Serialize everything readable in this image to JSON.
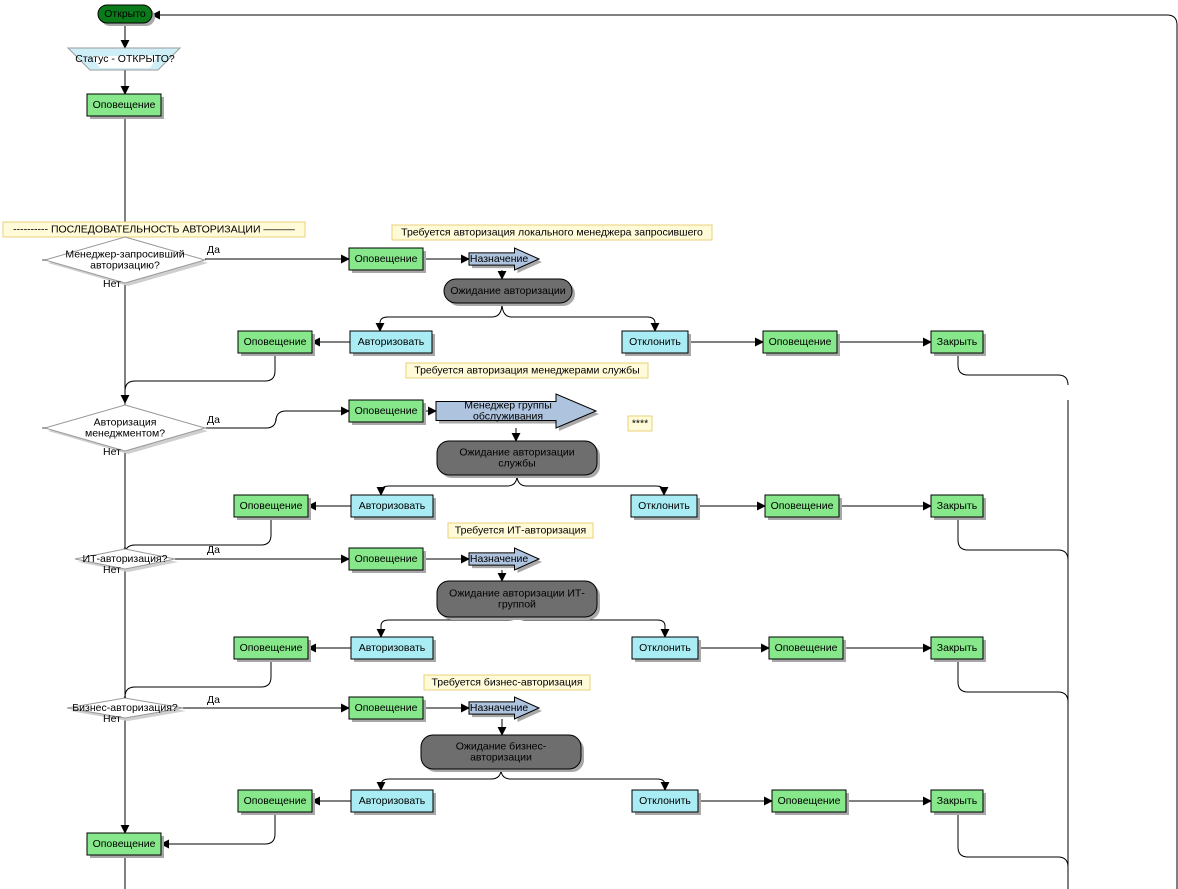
{
  "colors": {
    "start_fill": "#0a7a1a",
    "start_text": "#ffffff",
    "notification": "#86e88a",
    "notification_light": "#c8f7c9",
    "decision_top": "#cfeff8",
    "action_cyan": "#a9ecf3",
    "assign_blue": "#aec3de",
    "waiting_gray": "#6e6e6e",
    "note_fill": "#fffad8",
    "note_stroke": "#ead27a"
  },
  "start": {
    "label": "Открыто"
  },
  "status_check": {
    "label": "Статус - ОТКРЫТО?"
  },
  "first_notification": {
    "label": "Оповещение"
  },
  "sequence_note": {
    "label": "---------- ПОСЛЕДОВАТЕЛЬНОСТЬ АВТОРИЗАЦИИ ———"
  },
  "yes_label": "Да",
  "no_label": "Нет",
  "blocks": [
    {
      "note": "Требуется авторизация локального менеджера запросившего",
      "decision": [
        "Менеджер-запросивший",
        "авторизацию?"
      ],
      "notify_yes": "Оповещение",
      "assign": [
        "Назначение"
      ],
      "waiting": [
        "Ожидание авторизации"
      ],
      "authorize": "Авторизовать",
      "authorize_notify": "Оповещение",
      "reject": "Отклонить",
      "reject_notify": "Оповещение",
      "close": "Закрыть"
    },
    {
      "note": "Требуется авторизация менеджерами службы",
      "decision": [
        "Авторизация",
        "менеджментом?"
      ],
      "notify_yes": "Оповещение",
      "assign": [
        "Менеджер группы",
        "обслуживания"
      ],
      "waiting": [
        "Ожидание авторизации",
        "службы"
      ],
      "authorize": "Авторизовать",
      "authorize_notify": "Оповещение",
      "reject": "Отклонить",
      "reject_notify": "Оповещение",
      "close": "Закрыть"
    },
    {
      "note": "Требуется ИТ-авторизация",
      "decision": [
        "ИТ-авторизация?"
      ],
      "notify_yes": "Оповещение",
      "assign": [
        "Назначение"
      ],
      "waiting": [
        "Ожидание авторизации ИТ-",
        "группой"
      ],
      "authorize": "Авторизовать",
      "authorize_notify": "Оповещение",
      "reject": "Отклонить",
      "reject_notify": "Оповещение",
      "close": "Закрыть"
    },
    {
      "note": "Требуется бизнес-авторизация",
      "decision": [
        "Бизнес-авторизация?"
      ],
      "notify_yes": "Оповещение",
      "assign": [
        "Назначение"
      ],
      "waiting": [
        "Ожидание бизнес-",
        "авторизации"
      ],
      "authorize": "Авторизовать",
      "authorize_notify": "Оповещение",
      "reject": "Отклонить",
      "reject_notify": "Оповещение",
      "close": "Закрыть"
    }
  ],
  "small_note": {
    "label": "****"
  },
  "final_notification": {
    "label": "Оповещение"
  }
}
